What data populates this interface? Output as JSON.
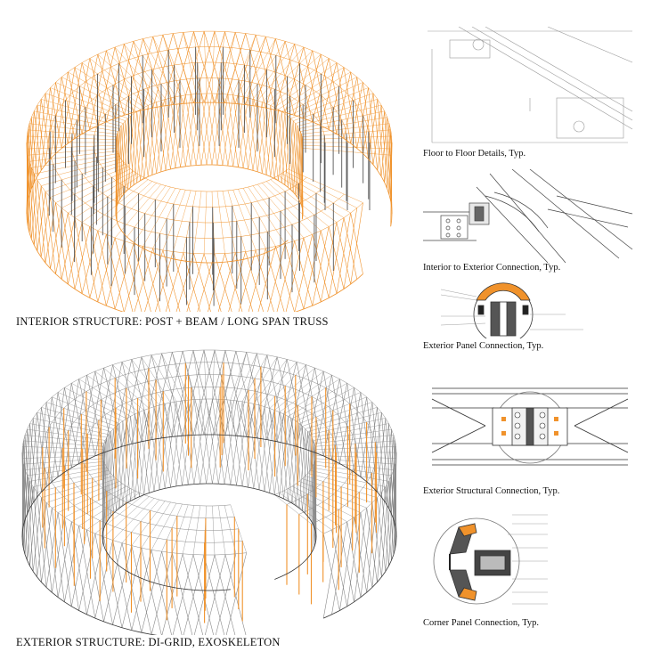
{
  "main_figures": [
    {
      "caption": "INTERIOR STRUCTURE: POST + BEAM / LONG SPAN TRUSS"
    },
    {
      "caption": "EXTERIOR STRUCTURE: DI-GRID, EXOSKELETON"
    }
  ],
  "details": [
    {
      "caption": "Floor to Floor Details, Typ."
    },
    {
      "caption": "Interior to Exterior Connection, Typ."
    },
    {
      "caption": "Exterior Panel Connection, Typ."
    },
    {
      "caption": "Exterior Structural Connection, Typ."
    },
    {
      "caption": "Corner Panel Connection, Typ."
    }
  ],
  "colors": {
    "orange": "#f0922b",
    "steel": "#555555",
    "line": "#8a8a8a",
    "ink": "#111111"
  }
}
